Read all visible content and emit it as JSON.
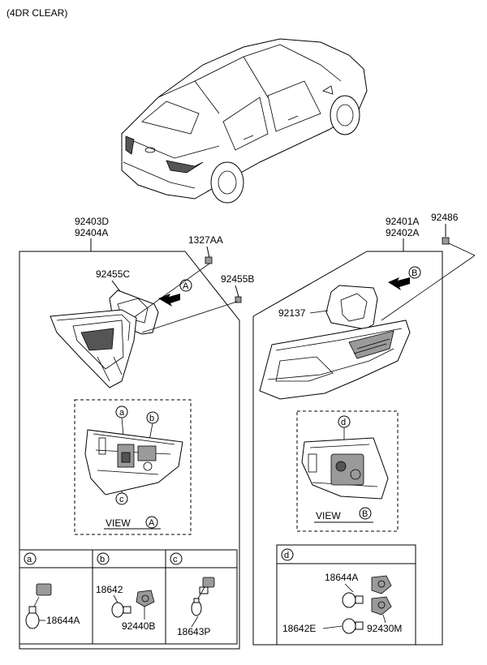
{
  "header": {
    "variant": "(4DR CLEAR)"
  },
  "left_assembly": {
    "part_numbers": [
      "92403D",
      "92404A"
    ],
    "callouts": {
      "gasket": "92455C",
      "screw": "1327AA",
      "nut": "92455B"
    },
    "view": {
      "text": "VIEW",
      "letter": "A"
    },
    "arrow_letter": "A",
    "bubbles": [
      "a",
      "b",
      "c"
    ]
  },
  "right_assembly": {
    "part_numbers": [
      "92401A",
      "92402A"
    ],
    "callouts": {
      "nut": "92486",
      "gasket": "92137"
    },
    "view": {
      "text": "VIEW",
      "letter": "B"
    },
    "arrow_letter": "B",
    "bubbles": [
      "d"
    ]
  },
  "detail_tables": {
    "a": {
      "letter": "a",
      "parts": [
        "18644A"
      ]
    },
    "b": {
      "letter": "b",
      "parts": [
        "18642",
        "92440B"
      ]
    },
    "c": {
      "letter": "c",
      "parts": [
        "18643P"
      ]
    },
    "d": {
      "letter": "d",
      "parts": [
        "18644A",
        "18642E",
        "92430M"
      ]
    }
  }
}
